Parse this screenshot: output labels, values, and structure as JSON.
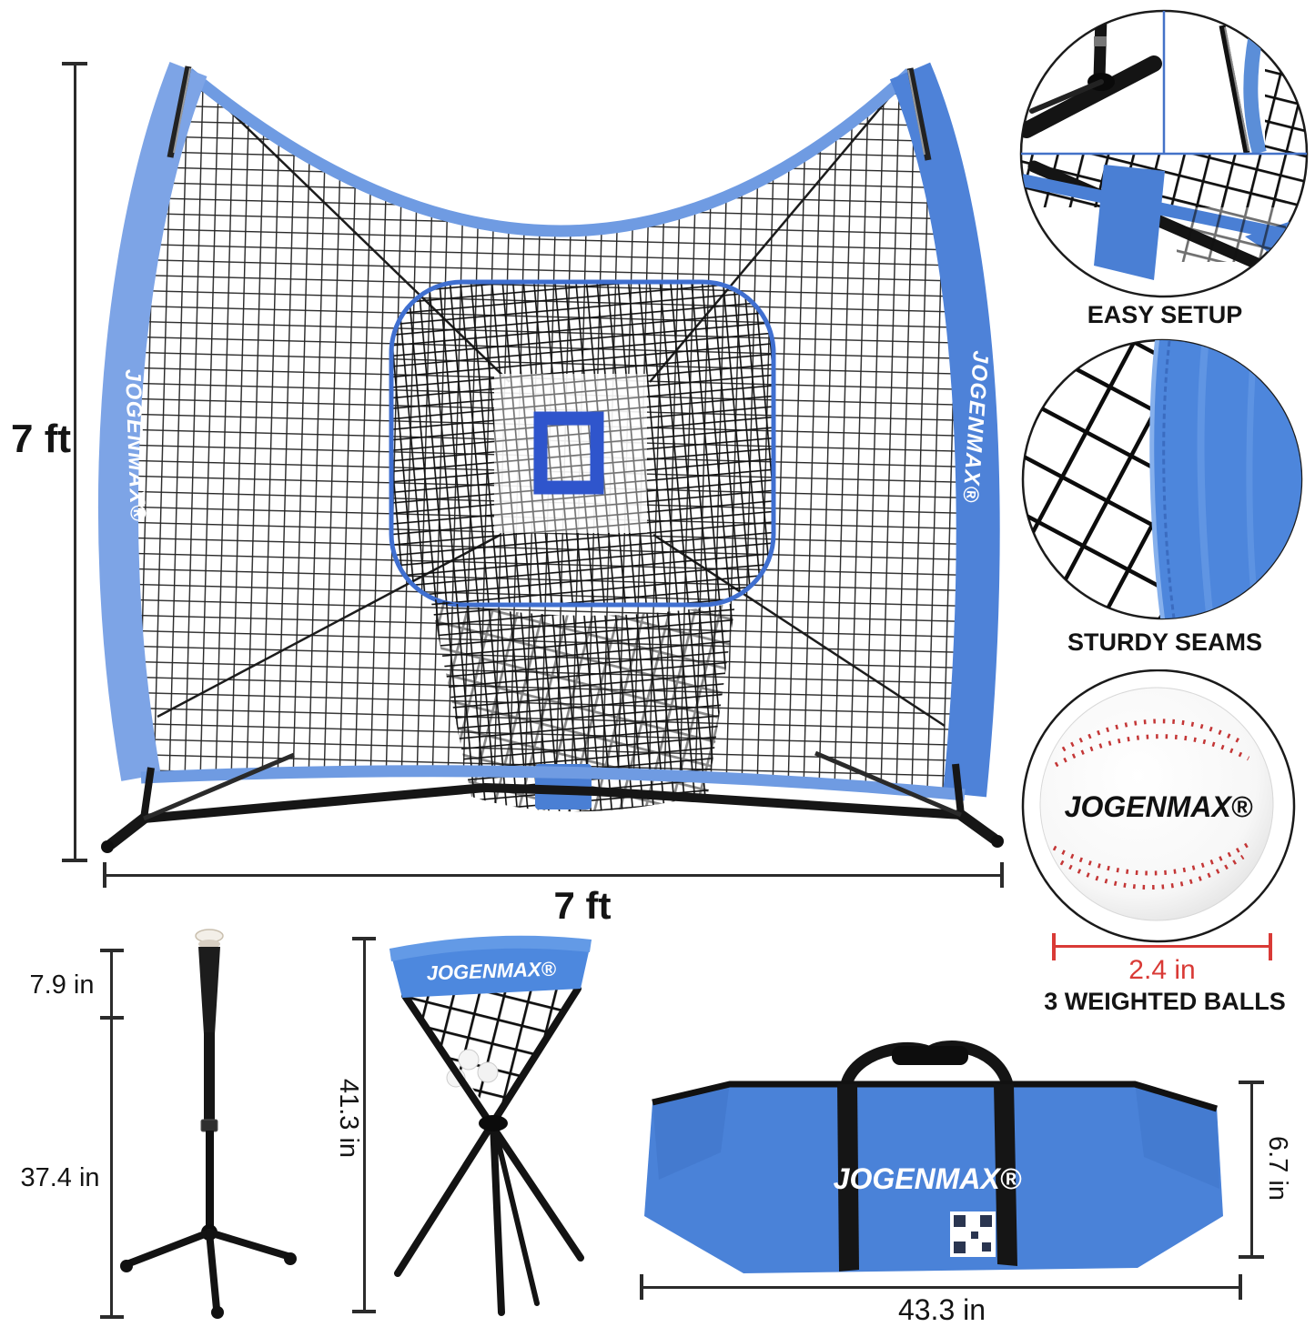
{
  "brand": {
    "logo": "JOGENMAX®"
  },
  "net": {
    "height_dim": "7 ft",
    "width_dim": "7 ft",
    "left_logo": "JOGENMAX®",
    "right_logo": "JOGENMAX®"
  },
  "callouts": {
    "easy_setup": {
      "label": "EASY SETUP"
    },
    "sturdy_seams": {
      "label": "STURDY SEAMS"
    },
    "balls": {
      "label": "3 WEIGHTED BALLS",
      "diameter_dim": "2.4 in",
      "ball_logo": "JOGENMAX®"
    }
  },
  "tee": {
    "tip_dim": "7.9 in",
    "height_dim": "37.4 in"
  },
  "caddy": {
    "height_dim": "41.3 in",
    "logo": "JOGENMAX®"
  },
  "bag": {
    "height_dim": "6.7 in",
    "width_dim": "43.3 in",
    "logo": "JOGENMAX®"
  },
  "colors": {
    "brand_blue": "#4a82d8",
    "trim_blue_light": "#7da4e6",
    "trim_blue": "#5b8ed8",
    "pocket_trim_blue": "#3f6fd0",
    "target_blue": "#2f55cc",
    "dimension_black": "#2b2b2b",
    "dimension_red": "#d93a36"
  }
}
